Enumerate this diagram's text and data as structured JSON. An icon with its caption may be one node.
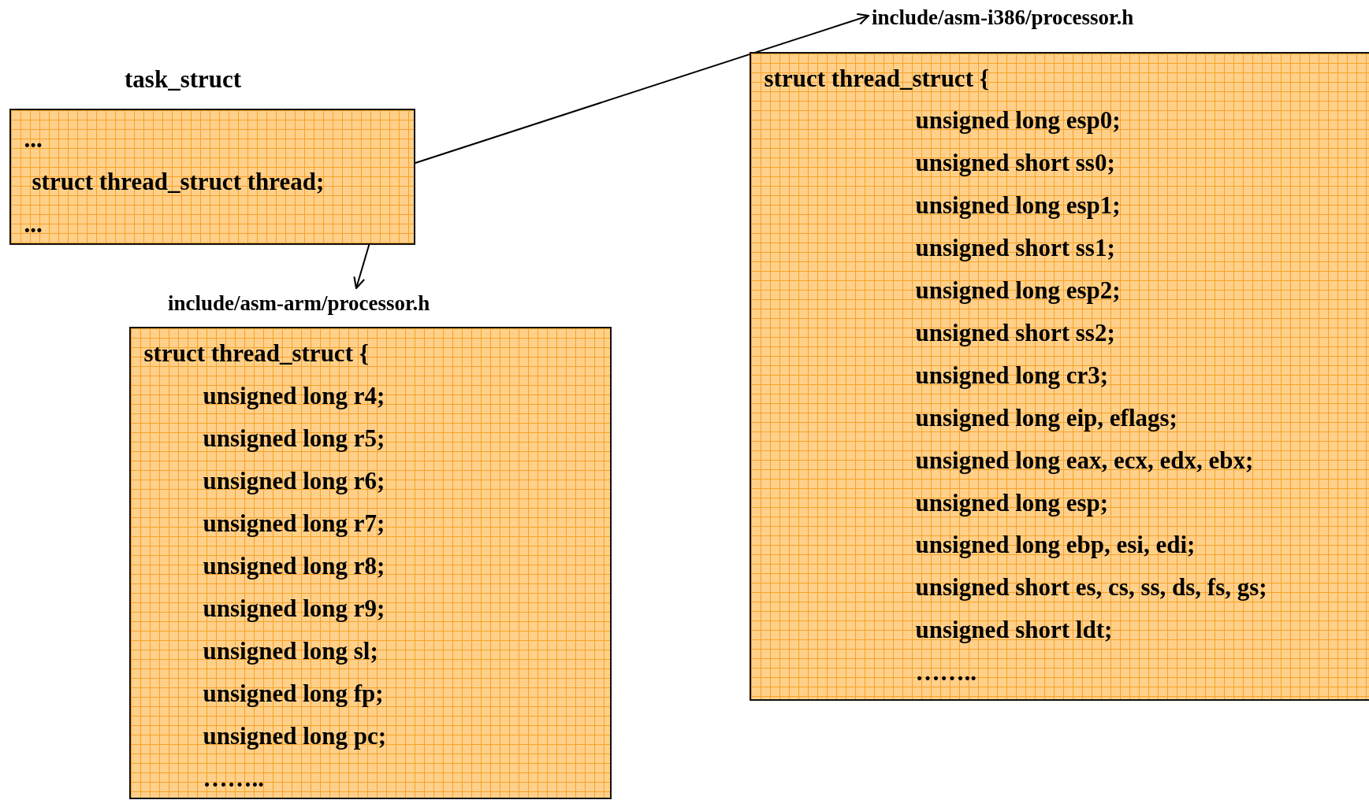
{
  "diagram": {
    "nodes": [
      {
        "text": [
          "task_struct",
          "...",
          "struct thread_struct thread;",
          "..."
        ]
      },
      {
        "text": [
          "include/asm-i386/processor.h",
          "struct thread_struct {",
          "unsigned long esp0;",
          "unsigned short ss0;",
          "unsigned long esp1;",
          "unsigned short ss1;",
          "unsigned long esp2;",
          "unsigned short ss2;",
          "unsigned long cr3;",
          "unsigned long eip, eflags;",
          "unsigned long eax, ecx, edx, ebx;",
          "unsigned long esp;",
          "unsigned long ebp, esi, edi;",
          "unsigned short es, cs, ss, ds, fs, gs;",
          "unsigned short ldt;",
          "…….."
        ]
      },
      {
        "text": [
          "include/asm-arm/processor.h",
          "struct thread_struct {",
          "unsigned long r4;",
          "unsigned long r5;",
          "unsigned long r6;",
          "unsigned long r7;",
          "unsigned long r8;",
          "unsigned long r9;",
          "unsigned long sl;",
          "unsigned long fp;",
          "unsigned long pc;",
          "…….."
        ]
      }
    ],
    "edges": [
      {
        "from": 0,
        "to": 1,
        "arrow": "to"
      },
      {
        "from": 0,
        "to": 2,
        "arrow": "to"
      }
    ]
  }
}
